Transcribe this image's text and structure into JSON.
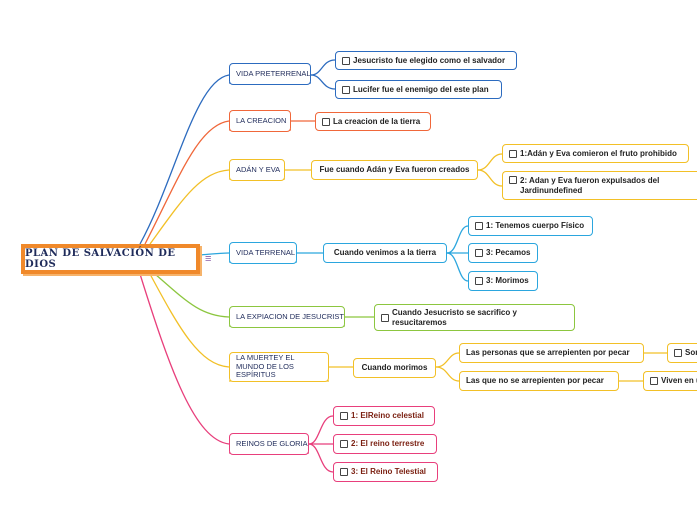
{
  "root": {
    "label": "PLAN DE SALVACIÓN DE DIOS",
    "menu_icon": "≡"
  },
  "colors": {
    "blue": "#2c6bbf",
    "orange": "#f0673a",
    "yellow": "#f2c027",
    "cyan": "#2ba6de",
    "green": "#8cc63f",
    "pink": "#e83f7c",
    "root_border": "#f0892a"
  },
  "branches": {
    "vida_preterrenal": {
      "label": "VIDA PRETERRENAL",
      "children": [
        "Jesucristo fue elegido como el salvador",
        "Lucifer fue el enemigo del este plan"
      ]
    },
    "la_creacion": {
      "label": "LA CREACION",
      "children": [
        "La creacion de la tierra"
      ]
    },
    "adan_y_eva": {
      "label": "ADÁN Y EVA",
      "sub": "Fue cuando Adán y Eva fueron creados",
      "children": [
        "1:Adán y Eva comieron el fruto prohibido",
        "2: Adan y Eva fueron expulsados del Jardinundefined"
      ]
    },
    "vida_terrenal": {
      "label": "VIDA TERRENAL",
      "sub": "Cuando venimos a la tierra",
      "children": [
        "1: Tenemos cuerpo Físico",
        "3: Pecamos",
        "3: Morimos"
      ]
    },
    "expiacion": {
      "label": "LA EXPIACION DE JESUCRISTO",
      "children": [
        "Cuando Jesucristo se sacrifico y resucitaremos"
      ]
    },
    "muerte": {
      "label": "LA MUERTEY EL MUNDO DE LOS ESPÍRITUS",
      "sub": "Cuando morimos",
      "children": [
        {
          "label": "Las personas que se arrepienten por pecar",
          "leaf": "Son"
        },
        {
          "label": "Las que no se arrepienten por pecar",
          "leaf": "Viven en u"
        }
      ]
    },
    "reinos": {
      "label": "REINOS DE GLORIA",
      "children": [
        "1: ElReino celestial",
        "2: El reino terrestre",
        "3: El Reino Telestial"
      ]
    }
  }
}
